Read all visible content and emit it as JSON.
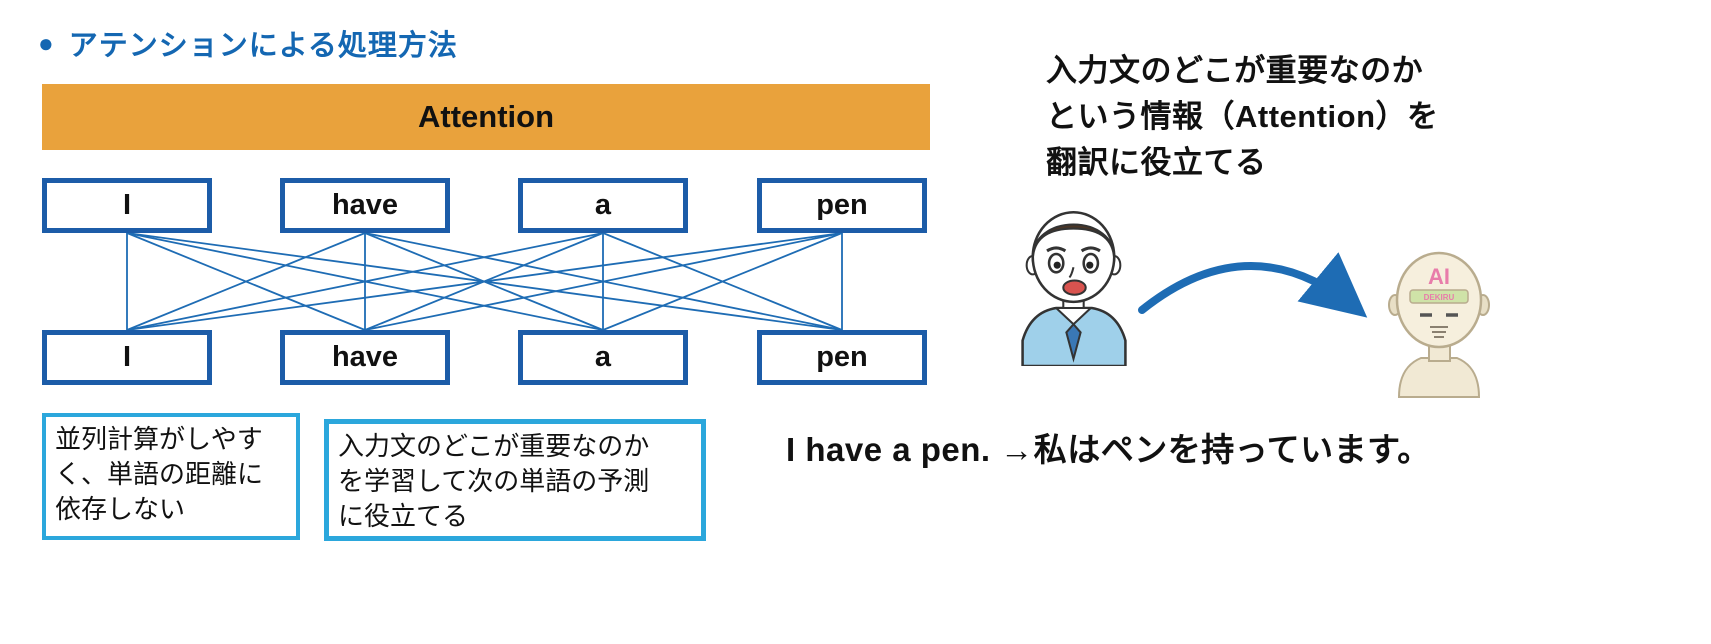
{
  "heading": {
    "bullet_icon": "●",
    "title": "アテンションによる処理方法"
  },
  "attention_diagram": {
    "banner_label": "Attention",
    "top_tokens": [
      "I",
      "have",
      "a",
      "pen"
    ],
    "bottom_tokens": [
      "I",
      "have",
      "a",
      "pen"
    ]
  },
  "notes": [
    {
      "lines": [
        "並列計算がしやす",
        "く、単語の距離に",
        "依存しない"
      ]
    },
    {
      "lines": [
        "入力文のどこが重要なのか",
        "を学習して次の単語の予測",
        "に役立てる"
      ]
    }
  ],
  "right_panel": {
    "caption_lines": [
      "入力文のどこが重要なのか",
      "という情報（Attention）を",
      "翻訳に役立てる"
    ],
    "robot_label": "AI",
    "robot_band_label": "DEKIRU",
    "example_sentence": "I have a pen. →私はペンを持っています。"
  },
  "colors": {
    "heading_blue": "#1467b2",
    "banner_orange": "#e9a23c",
    "box_border_blue": "#1c5ca8",
    "connection_line_blue": "#1e6cb4",
    "note_border_cyan": "#2ba7dc",
    "arrow_blue": "#1e6cb4",
    "robot_label_pink": "#e87daa",
    "robot_band_green": "#cfe3a8"
  }
}
